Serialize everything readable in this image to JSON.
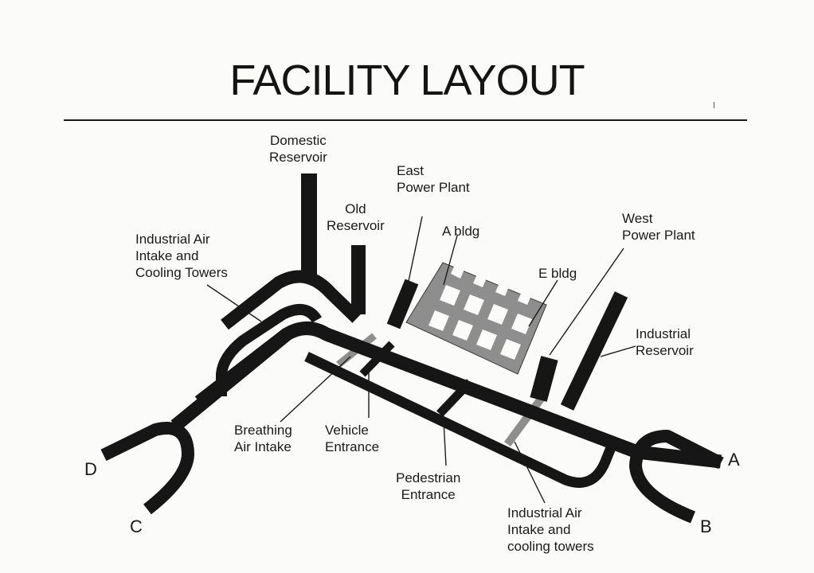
{
  "title": "FACILITY LAYOUT",
  "labels": {
    "domestic_reservoir": "Domestic\nReservoir",
    "old_reservoir": "Old\nReservoir",
    "east_power_plant": "East\nPower Plant",
    "a_bldg": "A bldg",
    "west_power_plant": "West\nPower Plant",
    "e_bldg": "E bldg",
    "industrial_air_intake_top": "Industrial Air\nIntake and\nCooling Towers",
    "industrial_reservoir": "Industrial\nReservoir",
    "breathing_air_intake": "Breathing\nAir Intake",
    "vehicle_entrance": "Vehicle\nEntrance",
    "pedestrian_entrance": "Pedestrian\nEntrance",
    "industrial_air_intake_bottom": "Industrial Air\nIntake and\ncooling towers"
  },
  "endpoints": {
    "a": "A",
    "b": "B",
    "c": "C",
    "d": "D"
  },
  "colors": {
    "tunnel": "#161616",
    "building": "#8e8e8e",
    "paper": "#fbfbfa"
  }
}
